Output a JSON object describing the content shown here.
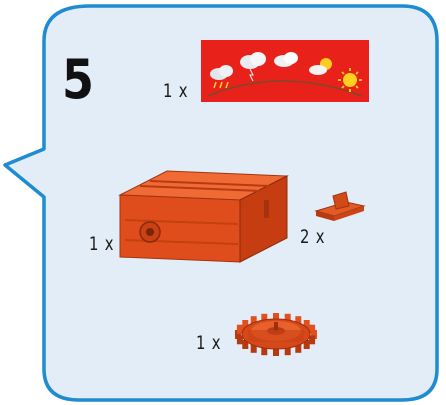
{
  "step": {
    "number": "5"
  },
  "parts": [
    {
      "quantity": "1 x",
      "name": "weather card"
    },
    {
      "quantity": "1 x",
      "name": "motor"
    },
    {
      "quantity": "2 x",
      "name": "mounting clip"
    },
    {
      "quantity": "1 x",
      "name": "gear wheel"
    }
  ],
  "colors": {
    "panel_fill": "#e2edf8",
    "panel_border": "#1f8bd0",
    "part_orange": "#e2501f",
    "card_red": "#e8221a"
  }
}
